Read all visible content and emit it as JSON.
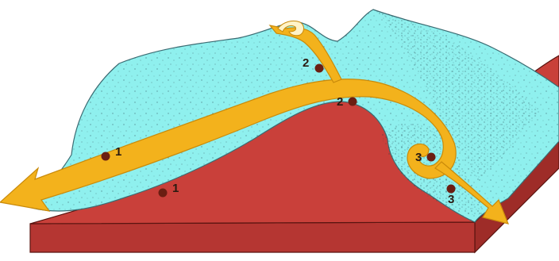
{
  "diagram": {
    "points": [
      {
        "id": "p1a",
        "label": "1"
      },
      {
        "id": "p1b",
        "label": "1"
      },
      {
        "id": "p2a",
        "label": "2"
      },
      {
        "id": "p2b",
        "label": "2"
      },
      {
        "id": "p3a",
        "label": "3"
      },
      {
        "id": "p3b",
        "label": "3"
      }
    ],
    "colors": {
      "rock": "#c9403a",
      "rock_side": "#a8302c",
      "ice": "#8ff0ee",
      "arrow": "#f3b21c",
      "arrow_edge": "#c98a0a",
      "dot": "#6b1e12"
    }
  }
}
